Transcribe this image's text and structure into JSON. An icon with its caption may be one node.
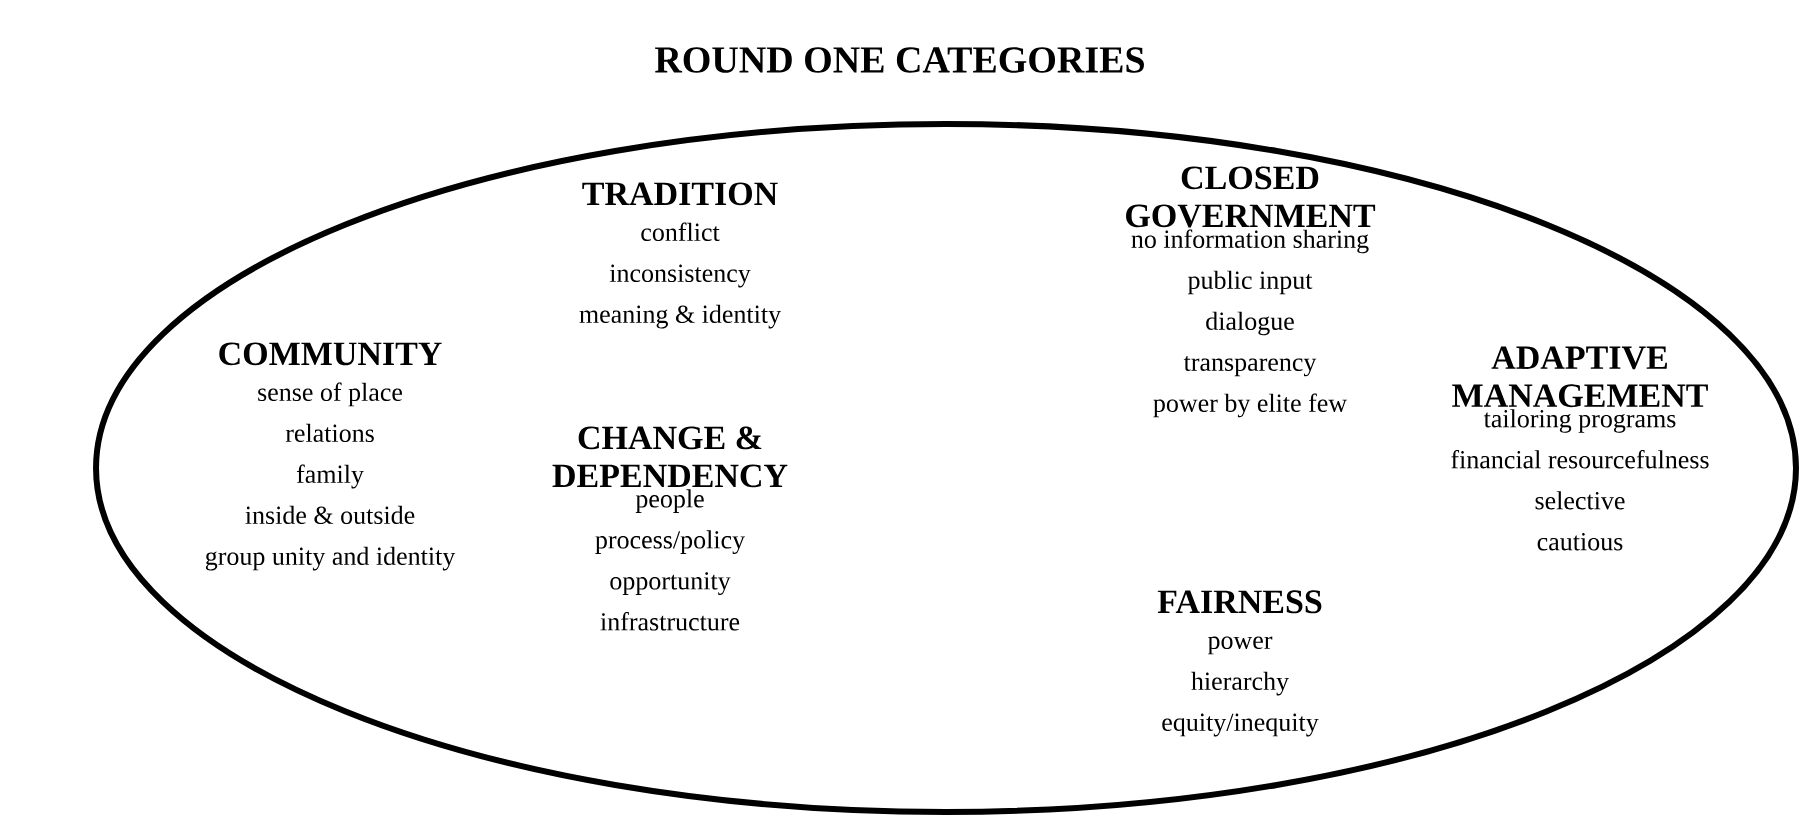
{
  "diagram": {
    "title": "ROUND ONE CATEGORIES",
    "nodes": [
      {
        "text": [],
        "shape": "ellipse"
      },
      {
        "text": [
          "TRADITION",
          "conflict",
          "inconsistency",
          "meaning & identity"
        ],
        "in": 0
      },
      {
        "text": [
          "CLOSED GOVERNMENT",
          "no information sharing",
          "public input",
          "dialogue",
          "transparency",
          "power by elite few"
        ],
        "in": 0
      },
      {
        "text": [
          "COMMUNITY",
          "sense of place",
          "relations",
          "family",
          "inside & outside",
          "group unity and identity"
        ],
        "in": 0
      },
      {
        "text": [
          "CHANGE & DEPENDENCY",
          "people",
          "process/policy",
          "opportunity",
          "infrastructure"
        ],
        "in": 0
      },
      {
        "text": [
          "ADAPTIVE MANAGEMENT",
          "tailoring programs",
          "financial resourcefulness",
          "selective",
          "cautious"
        ],
        "in": 0
      },
      {
        "text": [
          "FAIRNESS",
          "power",
          "hierarchy",
          "equity/inequity"
        ],
        "in": 0
      }
    ]
  }
}
